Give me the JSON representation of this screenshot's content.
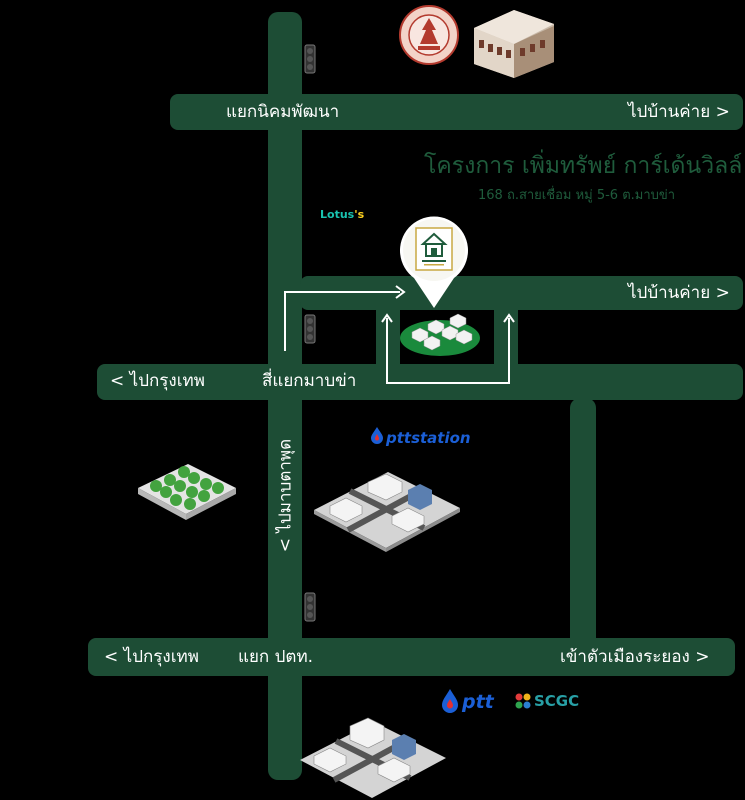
{
  "roads": {
    "top_junction": "แยกนิคมพัฒนา",
    "to_ban_khai_1": "ไปบ้านค่าย >",
    "to_ban_khai_2": "ไปบ้านค่าย >",
    "to_bangkok_1": "< ไปกรุงเทพ",
    "mid_junction": "สี่แยกมาบข่า",
    "to_map_ta_phut": "< ไปมาบตาพุด",
    "to_bangkok_2": "< ไปกรุงเทพ",
    "ptt_junction": "แยก ปตท.",
    "to_rayong": "เข้าตัวเมืองระยอง >"
  },
  "project": {
    "title": "โครงการ เพิ่มทรัพย์ การ์เด้นวิลล์",
    "address": "168 ถ.สายเชื่อม หมู่ 5-6 ต.มาบข่า"
  },
  "landmarks": {
    "lotus_main": "Lotus",
    "lotus_suffix": "'s",
    "ptt_station": "pttstation",
    "ptt": "ptt",
    "scgc": "SCGC"
  },
  "colors": {
    "road": "#1d4d35",
    "title": "#1f5c3c",
    "lotus": "#19c3b0",
    "ptt_blue": "#1b5fd6",
    "scgc": "#28a0a6"
  }
}
